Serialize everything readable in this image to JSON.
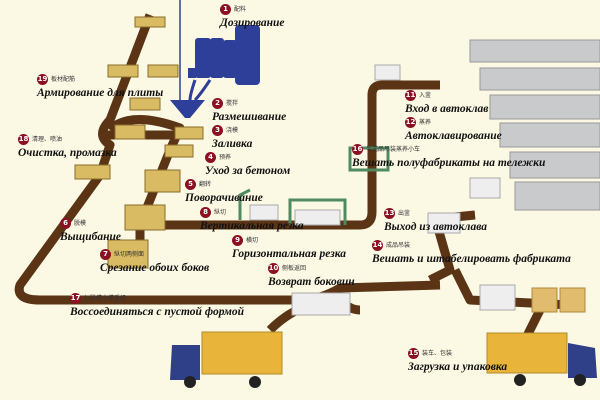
{
  "colors": {
    "background": "#fbf8e4",
    "track": "#5a3415",
    "silo": "#2e3f9a",
    "marker": "#8a1022",
    "truck_cargo": "#e8b53a",
    "truck_cab": "#2f3f88",
    "autoclave": "#c9cacc"
  },
  "steps": [
    {
      "n": "1",
      "zh": "配料",
      "ru": "Дозирование"
    },
    {
      "n": "2",
      "zh": "搅拌",
      "ru": "Размешивание"
    },
    {
      "n": "3",
      "zh": "浇模",
      "ru": "Заливка"
    },
    {
      "n": "4",
      "zh": "预养",
      "ru": "Уход за бетоном"
    },
    {
      "n": "5",
      "zh": "翻转",
      "ru": "Поворачивание"
    },
    {
      "n": "6",
      "zh": "脱模",
      "ru": "Выщибание"
    },
    {
      "n": "7",
      "zh": "纵切两侧面",
      "ru": "Срезание обоих боков"
    },
    {
      "n": "8",
      "zh": "纵切",
      "ru": "Вертикальная резка"
    },
    {
      "n": "9",
      "zh": "横切",
      "ru": "Горизонтальная резка"
    },
    {
      "n": "10",
      "zh": "侧板返回",
      "ru": "Возврат боковин"
    },
    {
      "n": "11",
      "zh": "入釜",
      "ru": "Вход в автоклав"
    },
    {
      "n": "12",
      "zh": "蒸养",
      "ru": "Автоклавирование"
    },
    {
      "n": "13",
      "zh": "出釜",
      "ru": "Выход из автоклава"
    },
    {
      "n": "14",
      "zh": "成品吊装",
      "ru": "Вешать и штабелировать фабриката"
    },
    {
      "n": "15",
      "zh": "装车、包装",
      "ru": "Загрузка и упаковка"
    },
    {
      "n": "16",
      "zh": "半成品吊装蒸养小车",
      "ru": "Вешать полуфабрикаты на тележки"
    },
    {
      "n": "17",
      "zh": "与脱模空模重组",
      "ru": "Воссоединяться с пустой формой"
    },
    {
      "n": "18",
      "zh": "清理、喷油",
      "ru": "Очистка, промазка"
    },
    {
      "n": "19",
      "zh": "板材配筋",
      "ru": "Армирование для плиты"
    }
  ]
}
